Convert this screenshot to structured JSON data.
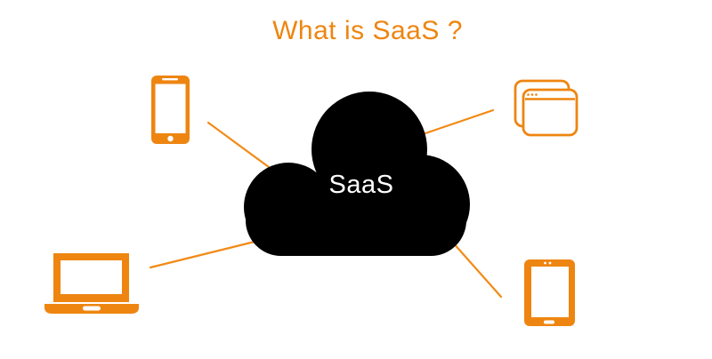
{
  "title": "What is SaaS ?",
  "cloud": {
    "label": "SaaS",
    "fill": "#000000",
    "label_color": "#ffffff"
  },
  "colors": {
    "accent_orange": "#EE8511",
    "connector_orange": "#F28A15",
    "background": "#FFFFFF"
  },
  "diagram": {
    "center_node": {
      "shape": "cloud",
      "label": "SaaS"
    },
    "connected_devices": [
      {
        "icon": "smartphone-icon",
        "position": "top-left"
      },
      {
        "icon": "browser-windows-icon",
        "position": "top-right"
      },
      {
        "icon": "laptop-icon",
        "position": "bottom-left"
      },
      {
        "icon": "tablet-icon",
        "position": "bottom-right"
      }
    ],
    "connector_count": 4
  }
}
